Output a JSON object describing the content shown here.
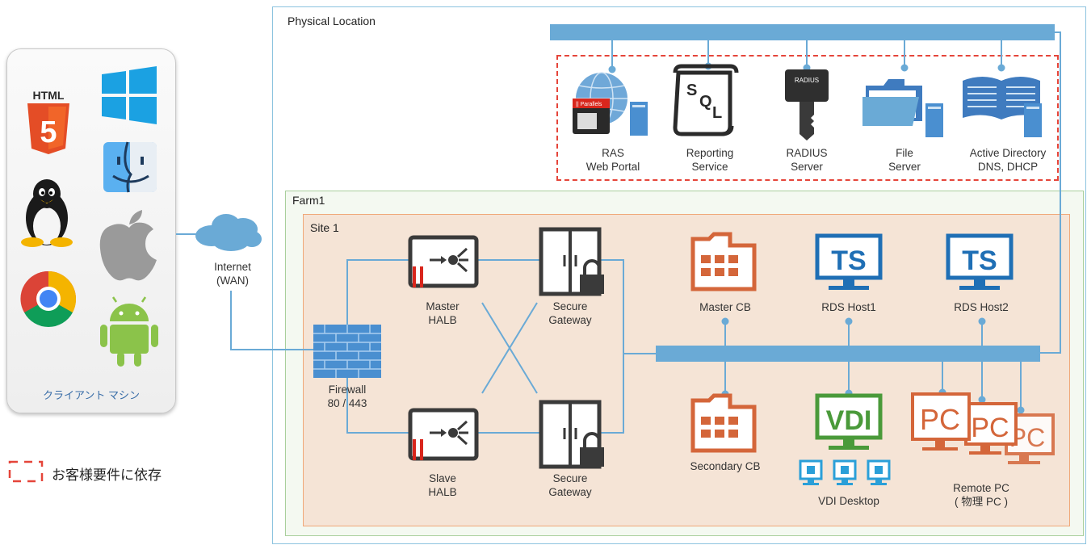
{
  "regions": {
    "physical": "Physical Location",
    "farm": "Farm1",
    "site": "Site 1"
  },
  "client_panel": {
    "label": "クライアント マシン",
    "html_badge": "HTML",
    "html_version": "5"
  },
  "internet": {
    "line1": "Internet",
    "line2": "(WAN)"
  },
  "firewall": {
    "name": "Firewall",
    "ports": "80 / 443"
  },
  "halb": {
    "master": "Master\nHALB",
    "slave": "Slave\nHALB"
  },
  "gateway": {
    "top": "Secure\nGateway",
    "bottom": "Secure\nGateway"
  },
  "services": [
    {
      "id": "ras",
      "label": "RAS\nWeb Portal"
    },
    {
      "id": "reporting",
      "label": "Reporting\nService"
    },
    {
      "id": "radius",
      "label": "RADIUS\nServer"
    },
    {
      "id": "file",
      "label": "File\nServer"
    },
    {
      "id": "ad",
      "label": "Active Directory\nDNS, DHCP"
    }
  ],
  "icon_text": {
    "sql_s": "S",
    "sql_q": "Q",
    "sql_l": "L",
    "radius_tag": "RADIUS",
    "parallels": "|| Parallels",
    "ts": "TS",
    "vdi": "VDI",
    "pc": "PC"
  },
  "broker": {
    "master": "Master CB",
    "secondary": "Secondary CB"
  },
  "rds": {
    "host1": "RDS Host1",
    "host2": "RDS Host2"
  },
  "vdi": {
    "label": "VDI Desktop"
  },
  "remote_pc": {
    "label": "Remote PC\n( 物理 PC )"
  },
  "legend": {
    "text": "お客様要件に依存"
  },
  "colors": {
    "line": "#6aaad6",
    "bus": "#6aaad6",
    "dashed": "#e5453a",
    "physical_border": "#8cc3df",
    "farm_border": "#a9cf9c",
    "farm_fill": "#f4f9f1",
    "site_border": "#f0a878",
    "site_fill": "#f5e4d6",
    "orange_icon": "#d4663a",
    "ts_blue": "#1f6fb5",
    "vdi_green": "#4a9a3a",
    "dark_icon": "#3a3a3a"
  }
}
